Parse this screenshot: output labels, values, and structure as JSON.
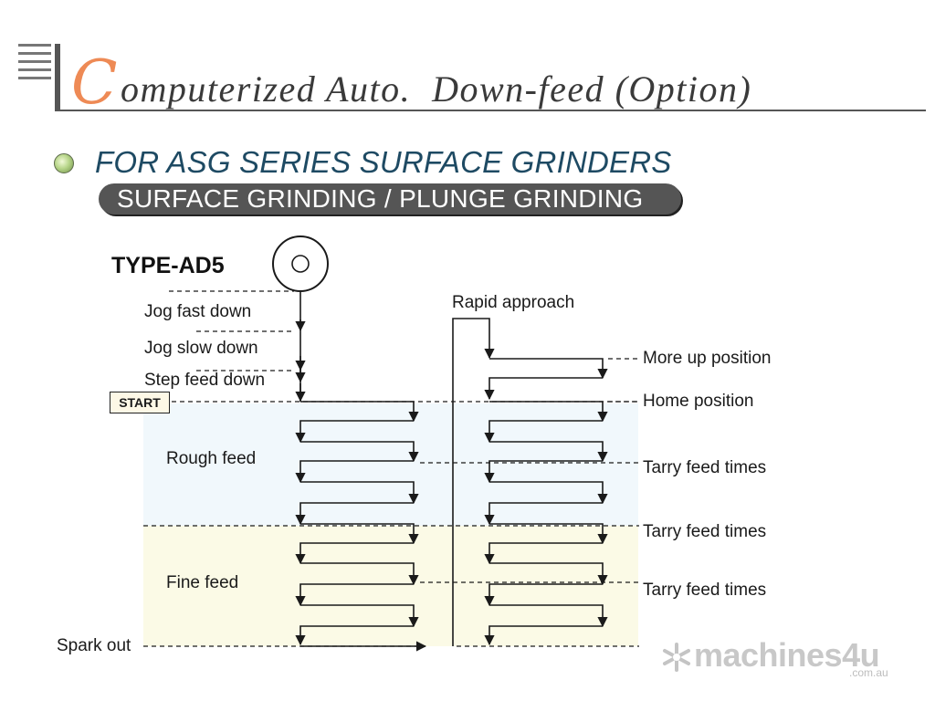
{
  "title": {
    "initial": "C",
    "rest": "omputerized Auto.  Down-feed (Option)"
  },
  "heading": "FOR ASG SERIES SURFACE GRINDERS",
  "subheading": "SURFACE GRINDING / PLUNGE GRINDING",
  "diagram": {
    "type_label": "TYPE-AD5",
    "left_labels": {
      "jog_fast": "Jog fast down",
      "jog_slow": "Jog slow down",
      "step_feed": "Step feed down",
      "start": "START",
      "rough": "Rough feed",
      "fine": "Fine feed",
      "spark": "Spark out"
    },
    "right_labels": {
      "rapid": "Rapid approach",
      "more_up": "More up position",
      "home": "Home position",
      "tarry_1": "Tarry feed times",
      "tarry_2": "Tarry feed times",
      "tarry_3": "Tarry feed times"
    },
    "zone_colors": {
      "rough": "#f1f8fc",
      "fine": "#fbfae6"
    }
  },
  "watermark": {
    "brand": "machines4u",
    "domain": ".com.au",
    "icon": "snowflake-icon"
  }
}
